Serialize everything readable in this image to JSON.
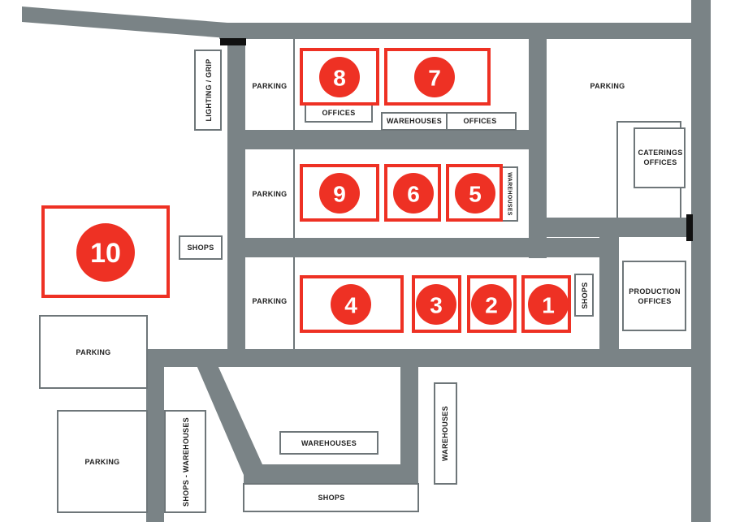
{
  "colors": {
    "road": "#7a8386",
    "stage": "#ee3124",
    "building_stroke": "#6e7679",
    "label": "#222222",
    "gate": "#111111"
  },
  "stages": {
    "s1": "1",
    "s2": "2",
    "s3": "3",
    "s4": "4",
    "s5": "5",
    "s6": "6",
    "s7": "7",
    "s8": "8",
    "s9": "9",
    "s10": "10"
  },
  "labels": {
    "lighting_grip": "LIGHTING / GRIP",
    "parking": "PARKING",
    "offices": "OFFICES",
    "warehouses": "WAREHOUSES",
    "shops": "SHOPS",
    "caterings": "CATERINGS",
    "production": "PRODUCTION",
    "shops_warehouses": "SHOPS - WAREHOUSES"
  }
}
